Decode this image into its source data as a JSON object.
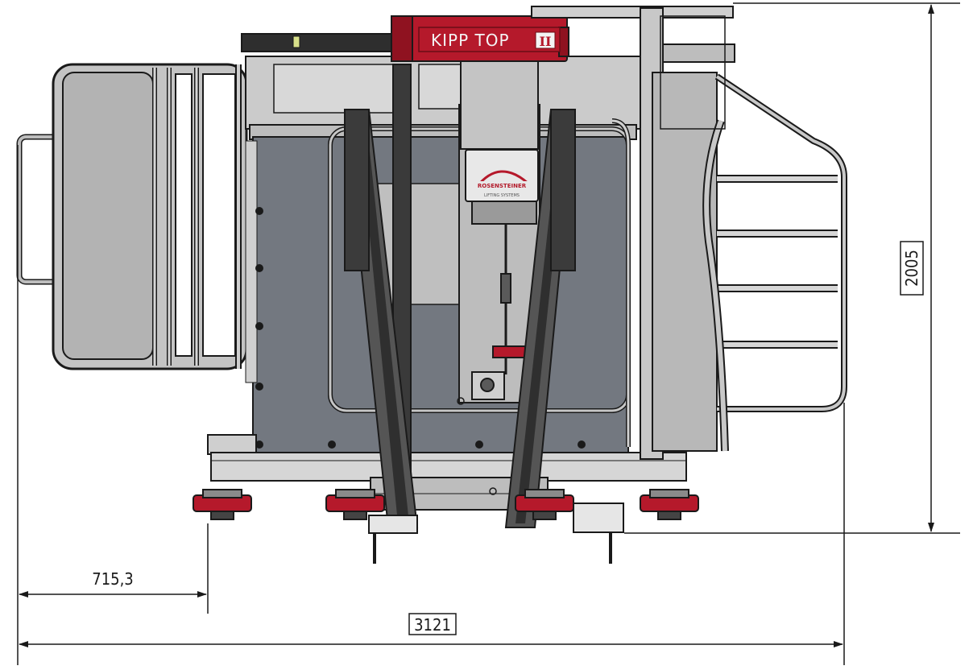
{
  "dimensions": {
    "height": "2005",
    "total_width": "3121",
    "offset": "715,3"
  },
  "labels": {
    "model_name": "KIPP TOP",
    "model_badge": "II",
    "brand": "ROSENSTEINER",
    "brand_sub": "LIFTING SYSTEMS"
  },
  "colors": {
    "frame": "#c9c9c9",
    "panel": "#737880",
    "belt": "#3b3b3b",
    "accent_red": "#b5192b",
    "outline": "#1a1a1a"
  }
}
